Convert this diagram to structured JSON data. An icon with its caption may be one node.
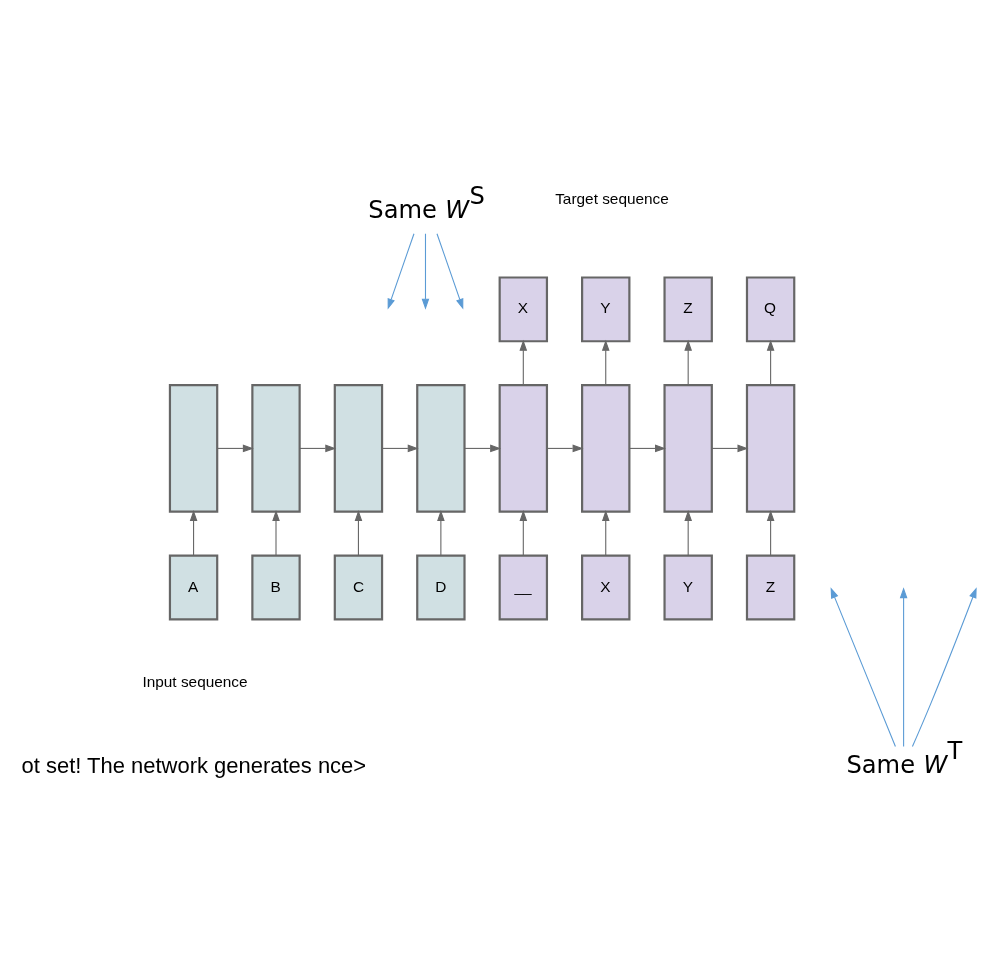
{
  "diagram": {
    "nodes": [
      {
        "text": [
          "Same *W*$^{S}$"
        ]
      },
      {
        "text": [
          "X"
        ]
      },
      {
        "text": [
          "Y"
        ]
      },
      {
        "text": [
          "Z"
        ]
      },
      {
        "text": [
          "Q"
        ]
      },
      {
        "text": [],
        "shape": "box"
      },
      {
        "text": [],
        "shape": "box"
      },
      {
        "text": [],
        "shape": "box"
      },
      {
        "text": [],
        "shape": "box"
      },
      {
        "text": [],
        "shape": "box"
      },
      {
        "text": [],
        "shape": "box"
      },
      {
        "text": [],
        "shape": "box"
      },
      {
        "text": [],
        "shape": "box"
      },
      {
        "text": [
          "A"
        ]
      },
      {
        "text": [
          "B"
        ]
      },
      {
        "text": [
          "C"
        ]
      },
      {
        "text": [
          "D"
        ]
      },
      {
        "text": [
          "__"
        ]
      },
      {
        "text": [
          "X"
        ]
      },
      {
        "text": [
          "Y"
        ]
      },
      {
        "text": [
          "Z"
        ]
      },
      {
        "text": [
          "Same *W*$^{T}$"
        ]
      }
    ],
    "edges": [
      {
        "from": 0,
        "to": null,
        "arrow": "to",
        "color": "#5b9bd5"
      },
      {
        "from": 0,
        "to": null,
        "arrow": "to",
        "color": "#5b9bd5"
      },
      {
        "from": 0,
        "to": null,
        "arrow": "to",
        "color": "#5b9bd5"
      },
      {
        "from": 13,
        "to": 5,
        "arrow": "to"
      },
      {
        "from": 14,
        "to": 6,
        "arrow": "to"
      },
      {
        "from": 15,
        "to": 7,
        "arrow": "to"
      },
      {
        "from": 16,
        "to": 8,
        "arrow": "to"
      },
      {
        "from": 17,
        "to": 9,
        "arrow": "to"
      },
      {
        "from": 18,
        "to": 10,
        "arrow": "to"
      },
      {
        "from": 19,
        "to": 11,
        "arrow": "to"
      },
      {
        "from": 20,
        "to": 12,
        "arrow": "to"
      },
      {
        "from": 5,
        "to": 6,
        "arrow": "to"
      },
      {
        "from": 6,
        "to": 7,
        "arrow": "to"
      },
      {
        "from": 7,
        "to": 8,
        "arrow": "to"
      },
      {
        "from": 8,
        "to": 9,
        "arrow": "to"
      },
      {
        "from": 9,
        "to": 10,
        "arrow": "to"
      },
      {
        "from": 10,
        "to": 11,
        "arrow": "to"
      },
      {
        "from": 11,
        "to": 12,
        "arrow": "to"
      },
      {
        "from": 9,
        "to": 1,
        "arrow": "to"
      },
      {
        "from": 10,
        "to": 2,
        "arrow": "to"
      },
      {
        "from": 11,
        "to": 3,
        "arrow": "to"
      },
      {
        "from": 12,
        "to": 4,
        "arrow": "to"
      },
      {
        "from": 21,
        "to": null,
        "arrow": "to",
        "color": "#5b9bd5"
      },
      {
        "from": 21,
        "to": null,
        "arrow": "to",
        "color": "#5b9bd5"
      },
      {
        "from": 21,
        "to": null,
        "arrow": "to",
        "color": "#5b9bd5"
      }
    ],
    "labels": [
      "Target sequence",
      "Input sequence",
      "ot set! The network generates nce>"
    ]
  }
}
